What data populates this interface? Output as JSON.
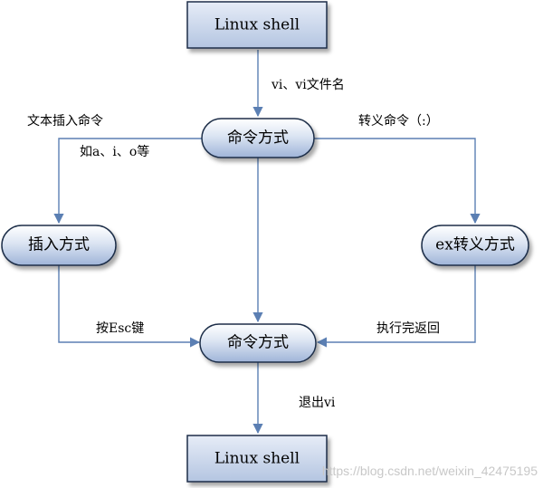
{
  "nodes": {
    "top_shell": {
      "label": "Linux shell"
    },
    "command_mode_1": {
      "label": "命令方式"
    },
    "insert_mode": {
      "label": "插入方式"
    },
    "ex_mode": {
      "label": "ex转义方式"
    },
    "command_mode_2": {
      "label": "命令方式"
    },
    "bottom_shell": {
      "label": "Linux shell"
    }
  },
  "edges": {
    "shell_to_command": "vi、vi文件名",
    "command_to_insert_1": "文本插入命令",
    "command_to_insert_2": "如a、i、o等",
    "command_to_ex": "转义命令（:）",
    "insert_to_command": "按Esc键",
    "ex_to_command": "执行完返回",
    "command_to_exit": "退出vi"
  },
  "watermark": "https://blog.csdn.net/weixin_42475195",
  "colors": {
    "line": "#5b7fb3",
    "rect_fill_top": "#dde6f4",
    "rect_fill_bottom": "#b8c8e2",
    "pill_fill_top": "#ffffff",
    "pill_fill_bottom": "#a9bcdc",
    "border": "#1f2f48"
  }
}
